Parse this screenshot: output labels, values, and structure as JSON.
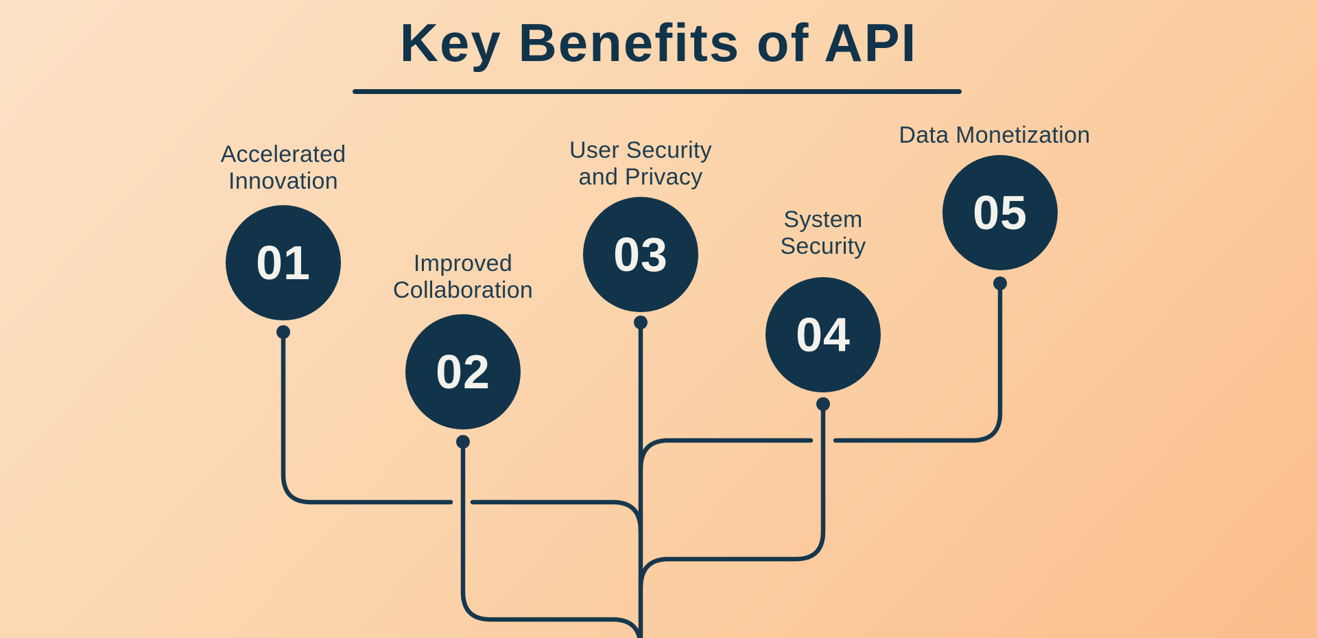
{
  "title": "Key Benefits of API",
  "colors": {
    "navy": "#11344a",
    "line": "#16374d",
    "label_text": "#1e3d50",
    "number_text": "#f3f2ec",
    "background_start": "#fce1c5",
    "background_end": "#fbbd8c"
  },
  "benefits": [
    {
      "number": "01",
      "label_lines": [
        "Accelerated",
        "Innovation"
      ]
    },
    {
      "number": "02",
      "label_lines": [
        "Improved",
        "Collaboration"
      ]
    },
    {
      "number": "03",
      "label_lines": [
        "User Security",
        "and Privacy"
      ]
    },
    {
      "number": "04",
      "label_lines": [
        "System",
        "Security"
      ]
    },
    {
      "number": "05",
      "label_lines": [
        "Data Monetization"
      ]
    }
  ]
}
